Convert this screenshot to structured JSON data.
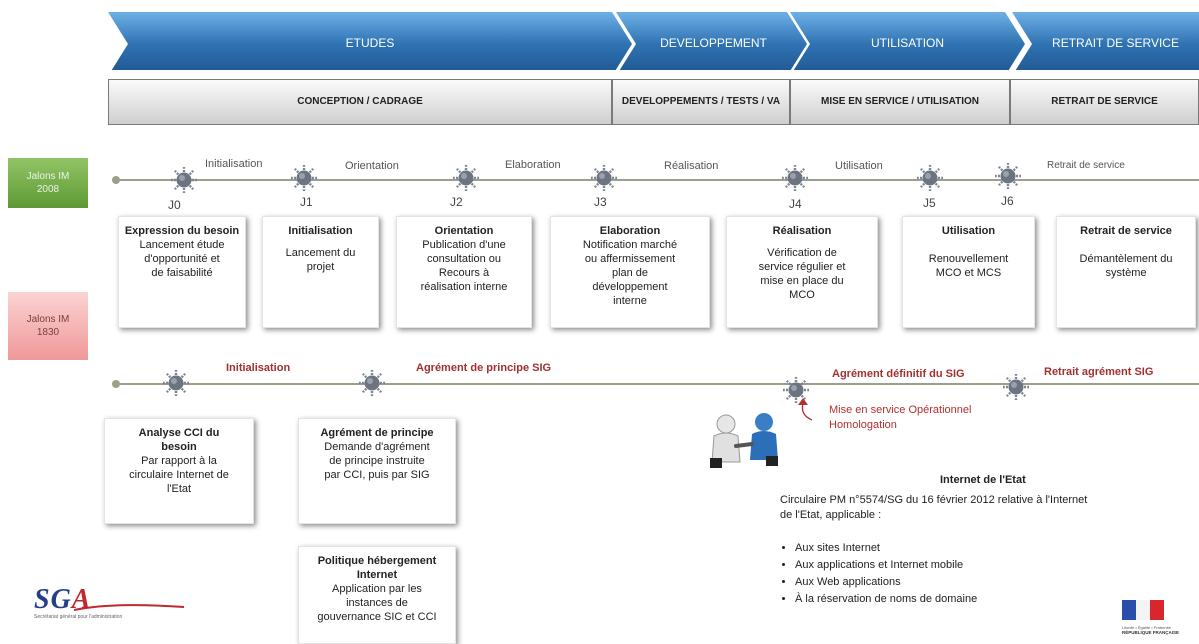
{
  "phases": [
    {
      "label": "ETUDES"
    },
    {
      "label": "DEVELOPPEMENT"
    },
    {
      "label": "UTILISATION"
    },
    {
      "label": "RETRAIT DE SERVICE"
    }
  ],
  "subphases": [
    {
      "label": "CONCEPTION / CADRAGE"
    },
    {
      "label": "DEVELOPPEMENTS / TESTS / VA"
    },
    {
      "label": "MISE EN SERVICE / UTILISATION"
    },
    {
      "label": "RETRAIT DE SERVICE"
    }
  ],
  "legend": {
    "im2008": "Jalons IM 2008",
    "im1830": "Jalons IM 1830"
  },
  "stages_top": [
    "Initialisation",
    "Orientation",
    "Elaboration",
    "Réalisation",
    "Utilisation",
    "Retrait de service"
  ],
  "jalons": [
    "J0",
    "J1",
    "J2",
    "J3",
    "J4",
    "J5",
    "J6"
  ],
  "cards_top": [
    {
      "title": "Expression du besoin",
      "lines": [
        "Lancement étude",
        "d'opportunité et",
        "de faisabilité"
      ]
    },
    {
      "title": "Initialisation",
      "lines": [
        "Lancement du",
        "projet"
      ]
    },
    {
      "title": "Orientation",
      "lines": [
        "Publication d'une",
        "consultation ou",
        "Recours à",
        "réalisation interne"
      ]
    },
    {
      "title": "Elaboration",
      "lines": [
        "Notification marché",
        "ou affermissement",
        "plan de",
        "développement",
        "interne"
      ]
    },
    {
      "title": "Réalisation",
      "lines": [
        "Vérification de",
        "service régulier et",
        "mise en place du",
        "MCO"
      ]
    },
    {
      "title": "Utilisation",
      "lines": [
        "Renouvellement",
        "MCO et MCS"
      ]
    },
    {
      "title": "Retrait de service",
      "lines": [
        "Démantèlement du",
        "système"
      ]
    }
  ],
  "stages_bottom": {
    "initialisation": "Initialisation",
    "agrement_principe": "Agrément de principe SIG",
    "agrement_definitif": "Agrément définitif du SIG",
    "retrait_agrement": "Retrait agrément SIG",
    "mise_en_service": "Mise en service Opérationnel",
    "homologation": "Homologation"
  },
  "cards_bottom": [
    {
      "title": "Analyse CCI du besoin",
      "lines": [
        "Par rapport à  la",
        "circulaire Internet de",
        "l'Etat"
      ]
    },
    {
      "title": "Agrément de principe",
      "lines": [
        "Demande d'agrément",
        "de principe instruite",
        "par CCI, puis  par SIG"
      ]
    },
    {
      "title": "Politique hébergement Internet",
      "lines": [
        "Application par les",
        "instances de",
        "gouvernance SIC et CCI"
      ]
    }
  ],
  "internet": {
    "title": "Internet de l'Etat",
    "line1": "Circulaire PM n°5574/SG du 16 février 2012 relative à l'Internet",
    "line2": "de l'Etat, applicable  :",
    "bullets": [
      "Aux sites Internet",
      "Aux applications et Internet mobile",
      "Aux Web applications",
      "À la réservation de noms de domaine"
    ]
  },
  "logos": {
    "sga": "SGA",
    "sga_sub": "Secrétariat général pour l'administration",
    "rf_line1": "Liberté • Égalité • Fraternité",
    "rf_line2": "RÉPUBLIQUE FRANÇAISE"
  },
  "colors": {
    "arrow": "#2f73b3",
    "arrow_light": "#5fa3dc",
    "green": "#6aa83e",
    "pink": "#f0a0a0",
    "red": "#a23030"
  }
}
